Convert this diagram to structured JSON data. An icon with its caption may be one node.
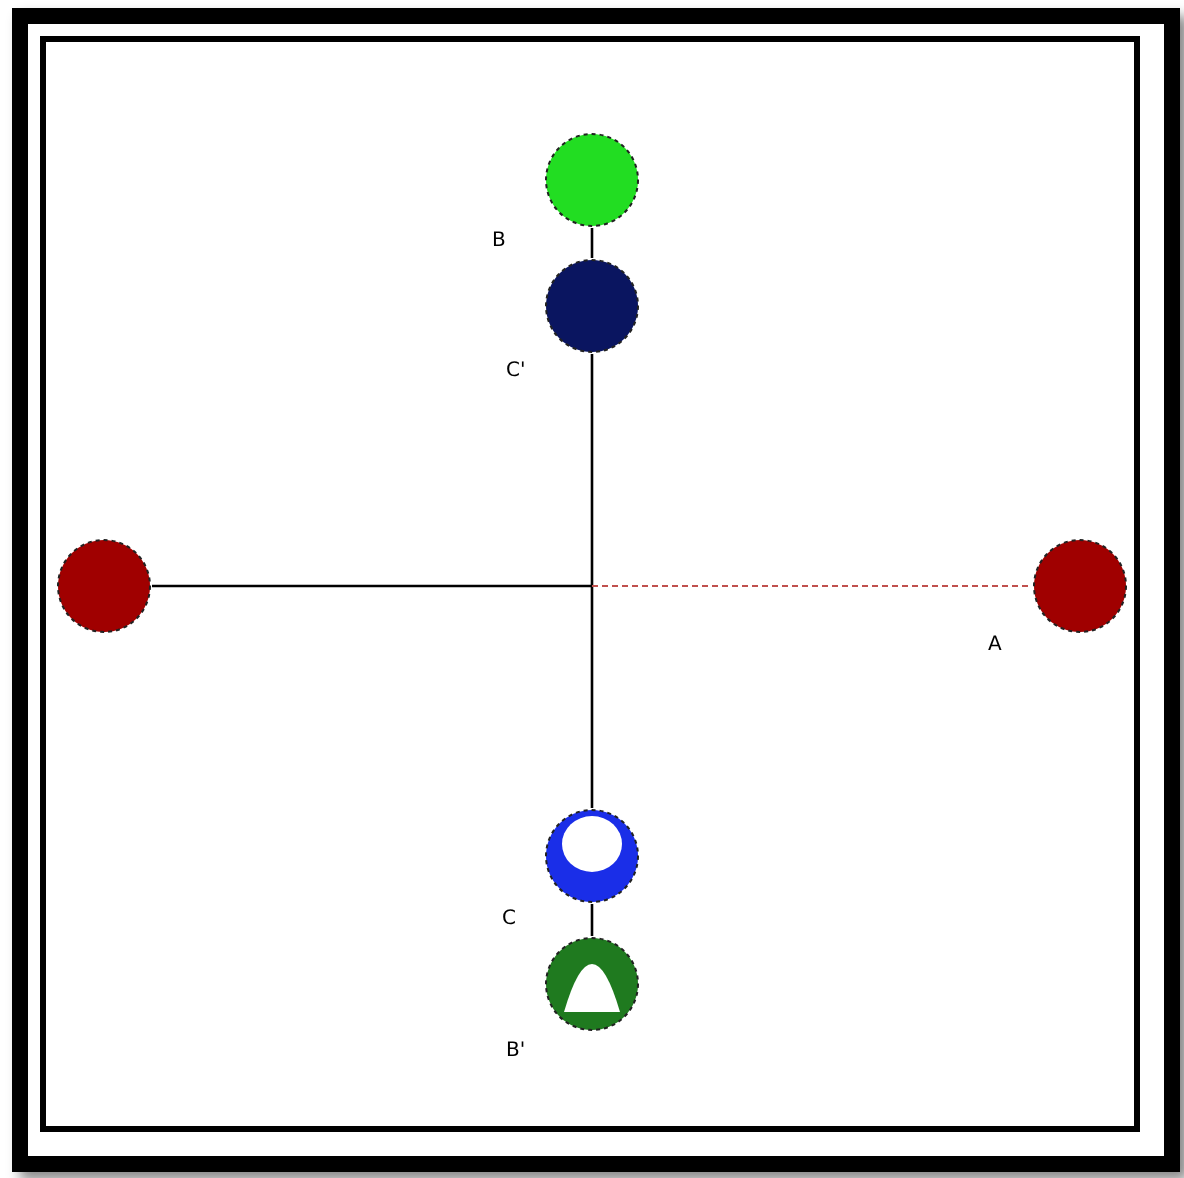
{
  "diagram": {
    "nodes": [
      {
        "text": [],
        "shape": "circle",
        "beside": [
          "B"
        ]
      },
      {
        "text": [],
        "shape": "circle",
        "beside": [
          "C'"
        ]
      },
      {
        "text": [],
        "shape": "circle"
      },
      {
        "text": [],
        "shape": "circle",
        "beside": [
          "A"
        ]
      },
      {
        "text": [],
        "shape": "circle",
        "beside": [
          "C"
        ]
      },
      {
        "text": [],
        "shape": "circle",
        "beside": [
          "B'"
        ]
      }
    ],
    "edges": [
      {
        "from": 0,
        "to": 1,
        "arrow": "none"
      },
      {
        "from": 1,
        "to": 4,
        "arrow": "none"
      },
      {
        "from": 2,
        "to": null,
        "arrow": "none"
      },
      {
        "from": null,
        "to": 3,
        "arrow": "none",
        "style": "dashed",
        "color": "#c0504d"
      },
      {
        "from": 4,
        "to": 5,
        "arrow": "none"
      }
    ]
  }
}
